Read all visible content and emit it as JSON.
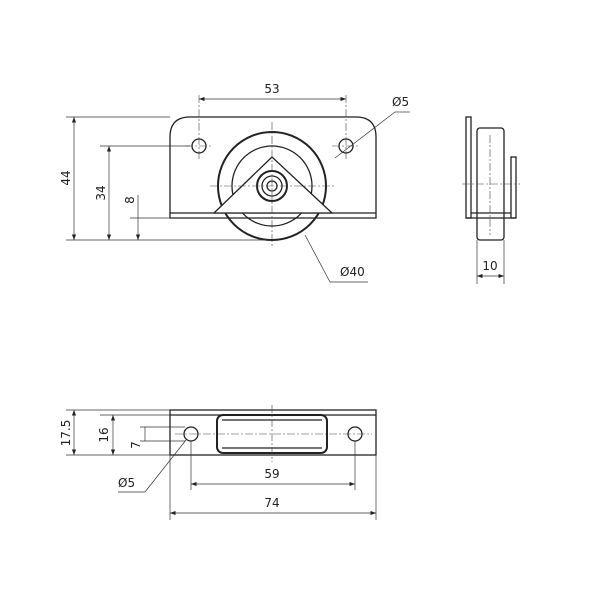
{
  "front_view": {
    "width_holes": "53",
    "hole_dia": "Ø5",
    "height_total": "44",
    "height_holes": "34",
    "height_base": "8",
    "wheel_dia": "Ø40"
  },
  "side_view": {
    "wheel_width": "10"
  },
  "top_view": {
    "height_total": "17.5",
    "height_plate": "16",
    "hole_offset": "7",
    "hole_dia": "Ø5",
    "width_holes": "59",
    "width_total": "74"
  }
}
